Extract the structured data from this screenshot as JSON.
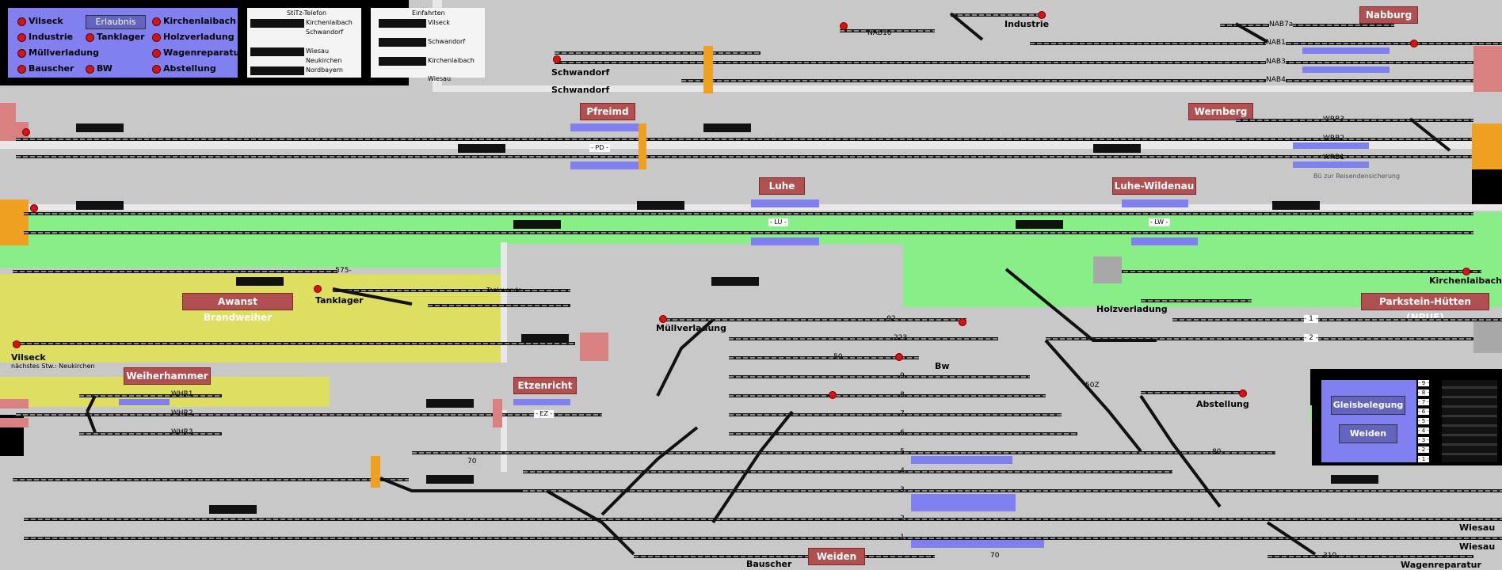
{
  "colors": {
    "background": "#c8c8c8",
    "green_area": "#88ee88",
    "yellow_area": "#dede60",
    "station_banner": "#b15050",
    "platform": "#7f7ff0",
    "signal": "#e01010",
    "legend_bg": "#8080f0"
  },
  "legend": {
    "col1": [
      "Vilseck",
      "Industrie",
      "Müllverladung",
      "Bauscher"
    ],
    "col2_button": "Erlaubnis",
    "col2": [
      "Tanklager",
      "BW"
    ],
    "col3": [
      "Kirchenlaibach",
      "Holzverladung",
      "Wagenreparatur",
      "Abstellung"
    ]
  },
  "phone_panel": {
    "title": "StiTz-Telefon",
    "entries": [
      "Kirchenlaibach",
      "Schwandorf",
      "Wiesau",
      "Neukirchen",
      "Nordbayern"
    ]
  },
  "einfahrten_panel": {
    "title": "Einfahrten",
    "entries": [
      "Vilseck",
      "Schwandorf",
      "Kirchenlaibach",
      "Wiesau"
    ]
  },
  "stations": {
    "nabburg": "Nabburg",
    "pfreimd": "Pfreimd",
    "wernberg": "Wernberg",
    "luhe": "Luhe",
    "luhe_wildenau": "Luhe-Wildenau",
    "awanst": "Awanst Brandweiher",
    "weiherhammer": "Weiherhammer",
    "etzenricht": "Etzenricht",
    "parkstein": "Parkstein-Hütten (NPUE)",
    "weiden": "Weiden"
  },
  "places": {
    "industrie": "Industrie",
    "schwandorf1": "Schwandorf",
    "schwandorf2": "Schwandorf",
    "tanklager": "Tanklager",
    "tankwende": "Tankwende",
    "vilseck": "Vilseck",
    "vilseck_sub": "nächstes Stw.: Neukirchen",
    "muellverladung": "Müllverladung",
    "bw": "Bw",
    "holzverladung": "Holzverladung",
    "kirchenlaibach": "Kirchenlaibach",
    "abstellung": "Abstellung",
    "bauscher": "Bauscher",
    "wiesau1": "Wiesau",
    "wiesau2": "Wiesau",
    "wagenreparatur": "Wagenreparatur",
    "bue_note": "Bü zur Reisendensicherung"
  },
  "track_labels": {
    "nab10": "NAB10",
    "nab7a": "NAB7a",
    "nab1": "NAB1",
    "nab3": "NAB3",
    "nab4": "NAB4",
    "wrb3": "WRB3",
    "wrb2": "WRB2",
    "wrb1": "WRB1",
    "pd": "- PD -",
    "lu": "- LU -",
    "lw": "- LW -",
    "whr1": "WHR1",
    "whr2": "WHR2",
    "whr3": "WHR3",
    "ez": "- EZ -",
    "t575": "-575-",
    "t92": "-92-",
    "t223": "223",
    "t50": "- 50",
    "t9": "- 9 -",
    "t8": "- 8 -",
    "t7": "- 7 -",
    "t6": "- 6 -",
    "t5": "- 5 -",
    "t4": "- 4 -",
    "t3": "- 3 -",
    "t2": "- 2 -",
    "t1": "- 1 -",
    "t70a": "70",
    "t70b": "70",
    "t50z": "50Z",
    "t80": "80",
    "t310": "310",
    "p1": "- 1 -",
    "p2": "- 2 -"
  },
  "gleis_panel": {
    "button1": "Gleisbelegung",
    "button2": "Weiden",
    "tracks": [
      "- 9 -",
      "- 8 -",
      "- 7 -",
      "- 6 -",
      "- 5 -",
      "- 4 -",
      "- 3 -",
      "- 2 -",
      "- 1 -"
    ]
  }
}
